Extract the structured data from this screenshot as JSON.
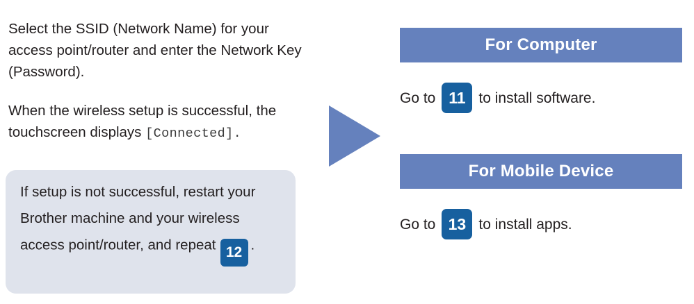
{
  "left": {
    "paragraph_ssid": "Select the SSID (Network Name) for your access point/router and enter the Network Key (Password).",
    "paragraph_success_pre": "When the wireless setup is successful, the touchscreen displays ",
    "paragraph_success_mono": "[Connected]",
    "paragraph_success_post": ".",
    "note": {
      "text_pre": "If setup is not successful, restart your Brother machine and your wireless access point/router, and repeat",
      "step_badge": "12",
      "text_post": "."
    }
  },
  "arrow": {
    "icon": "triangle-right-icon",
    "color": "#6581bd"
  },
  "panels": [
    {
      "id": "computer",
      "header": "For Computer",
      "body_pre": "Go to",
      "step_badge": "11",
      "body_post": "to install software."
    },
    {
      "id": "mobile",
      "header": "For Mobile Device",
      "body_pre": "Go to",
      "step_badge": "13",
      "body_post": "to install apps."
    }
  ],
  "colors": {
    "header_blue": "#6581bd",
    "badge_blue": "#17609f",
    "note_grey": "#dfe3ec",
    "text": "#231f20"
  }
}
